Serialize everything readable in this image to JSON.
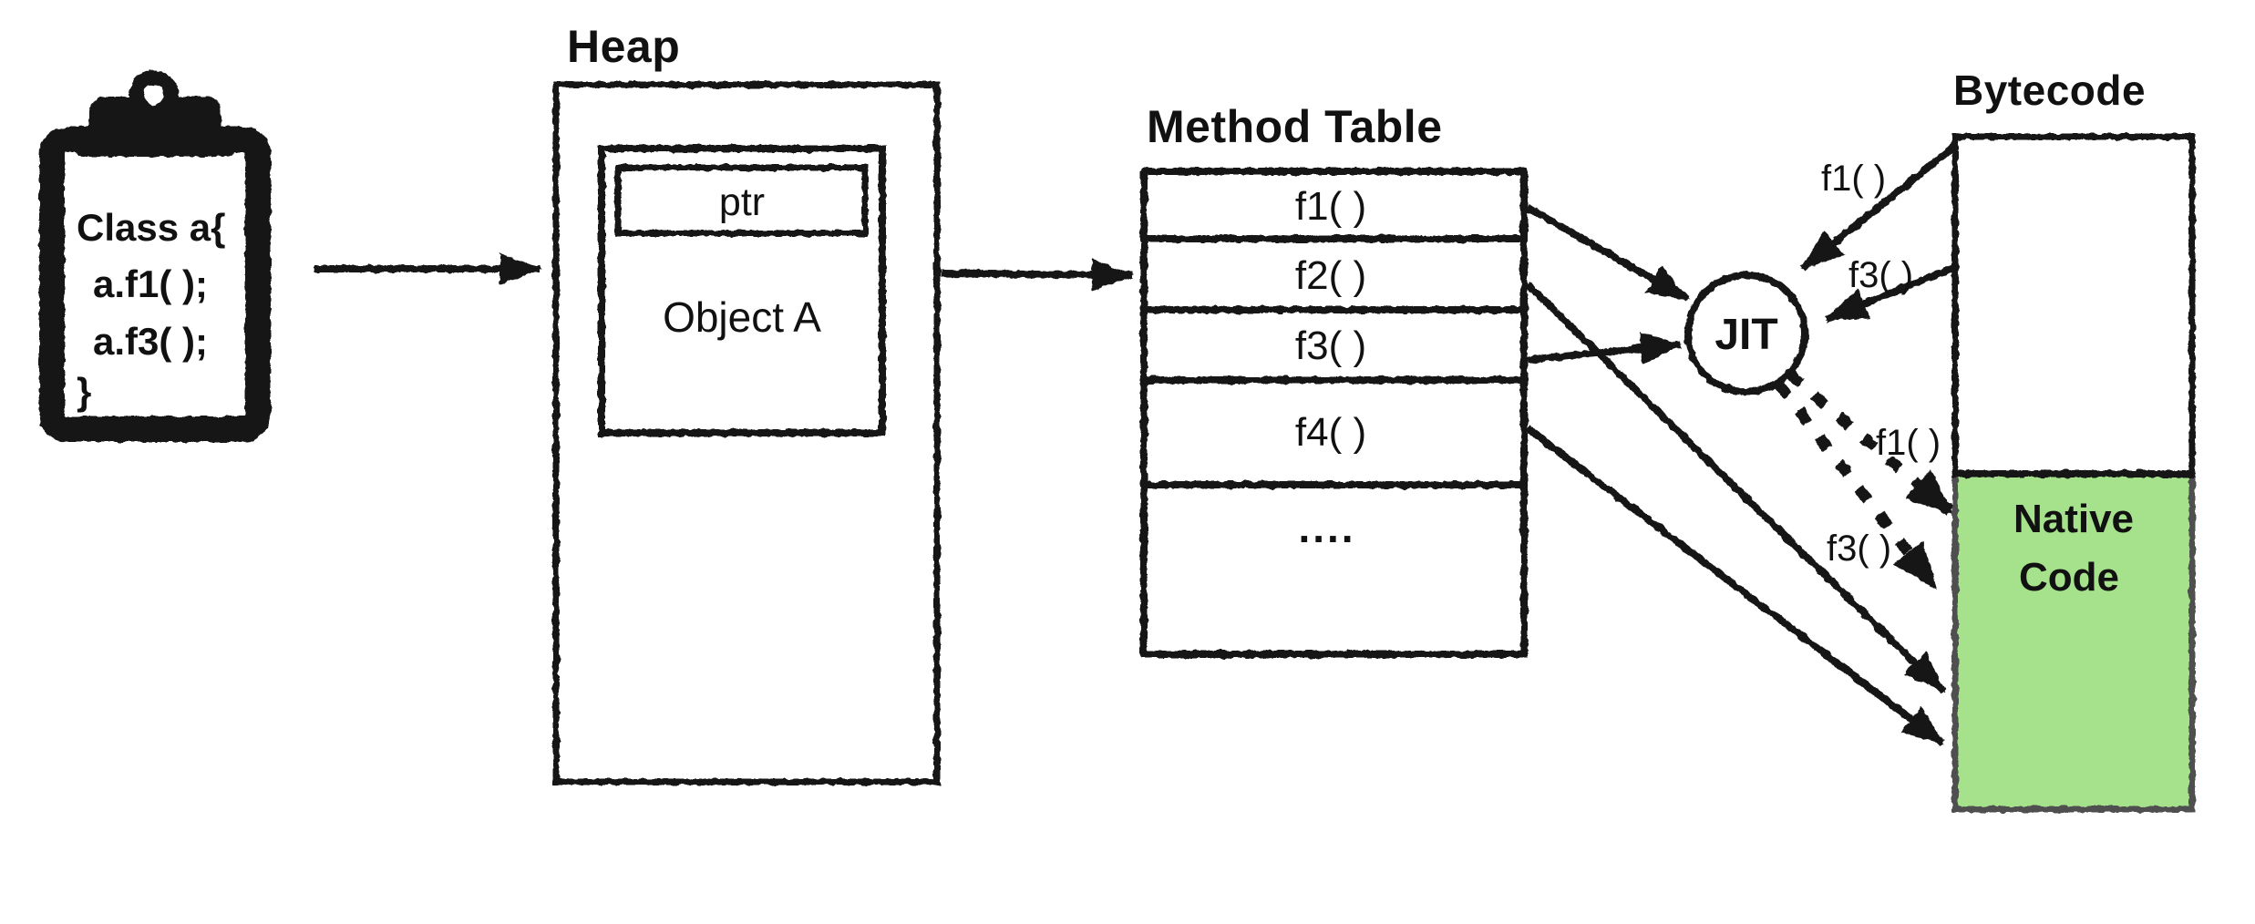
{
  "clipboard": {
    "code_lines": [
      "Class a{",
      "a.f1( );",
      "a.f3( );",
      "}"
    ]
  },
  "heap": {
    "title": "Heap",
    "object_name": "Object A",
    "pointer_field": "ptr"
  },
  "method_table": {
    "title": "Method Table",
    "rows": [
      "f1( )",
      "f2( )",
      "f3( )",
      "f4( )",
      "...."
    ]
  },
  "jit": {
    "label": "JIT"
  },
  "bytecode": {
    "title": "Bytecode",
    "native_code_line1": "Native",
    "native_code_line2": "Code"
  },
  "flow_labels": {
    "bytecode_to_jit_f1": "f1( )",
    "bytecode_to_jit_f3": "f3( )",
    "jit_to_native_f1": "f1( )",
    "jit_to_native_f3": "f3( )"
  },
  "colors": {
    "ink": "#141414",
    "native_code_fill": "#a6e18c",
    "native_code_border": "#4f4f4f",
    "background": "#ffffff"
  }
}
